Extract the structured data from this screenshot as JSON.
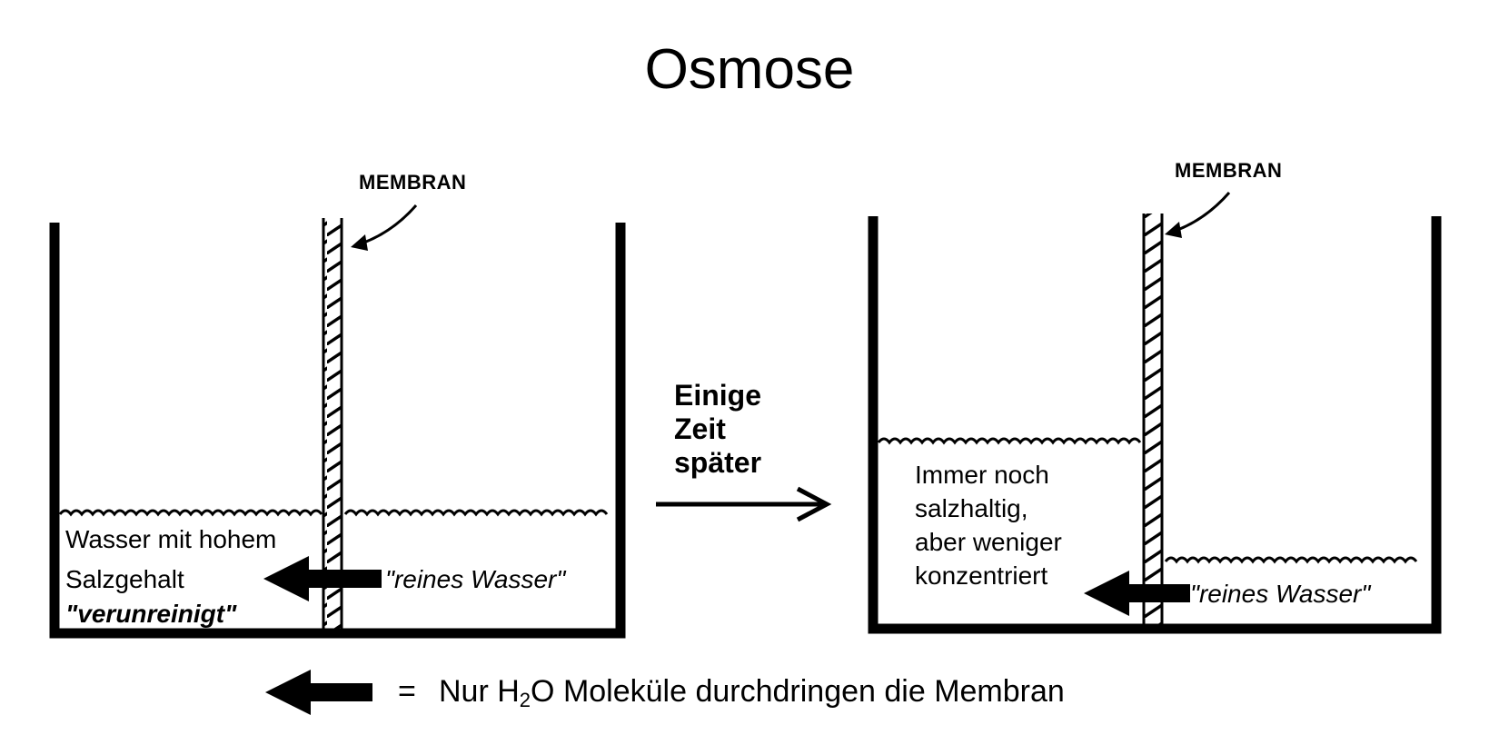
{
  "title": "Osmose",
  "left_beaker": {
    "membrane_label": "MEMBRAN",
    "left_text_line1": "Wasser mit hohem",
    "left_text_line2": "Salzgehalt",
    "left_text_line3": "\"verunreinigt\"",
    "right_text": "\"reines Wasser\""
  },
  "transition": {
    "line1": "Einige",
    "line2": "Zeit",
    "line3": "später"
  },
  "right_beaker": {
    "membrane_label": "MEMBRAN",
    "left_text_line1": "Immer noch",
    "left_text_line2": "salzhaltig,",
    "left_text_line3": "aber weniger",
    "left_text_line4": "konzentriert",
    "right_text": "\"reines Wasser\""
  },
  "legend": {
    "equals": "=",
    "text_before_sub": "Nur H",
    "subscript": "2",
    "text_after_sub": "O Moleküle durchdringen die Membran"
  }
}
